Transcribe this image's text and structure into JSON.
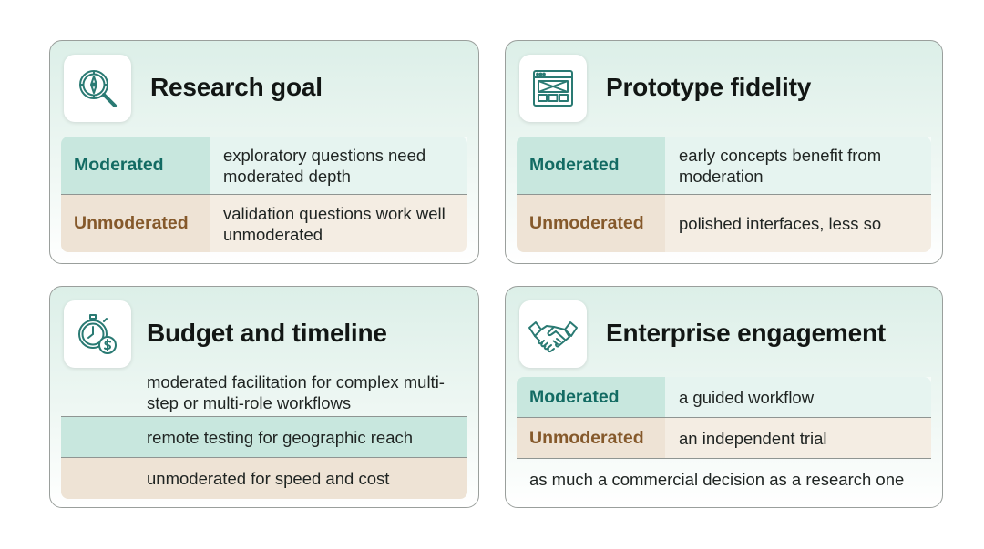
{
  "colors": {
    "moderated_row": "#c8e7de",
    "unmoderated_row": "#eee3d5",
    "moderated_label": "#136b63",
    "unmoderated_label": "#85592b",
    "icon_stroke": "#2a7a73",
    "card_border": "#9a9f9c"
  },
  "cards": [
    {
      "icon": "compass-magnifier-icon",
      "title": "Research goal",
      "rows": [
        {
          "label": "Moderated",
          "value": "exploratory questions need moderated depth"
        },
        {
          "label": "Unmoderated",
          "value": "validation questions work well unmoderated"
        }
      ]
    },
    {
      "icon": "wireframe-window-icon",
      "title": "Prototype fidelity",
      "rows": [
        {
          "label": "Moderated",
          "value": "early concepts benefit from moderation"
        },
        {
          "label": "Unmoderated",
          "value": "polished interfaces, less so"
        }
      ]
    },
    {
      "icon": "stopwatch-dollar-icon",
      "title": "Budget and timeline",
      "rows": [
        {
          "value": "moderated facilitation for complex multi-step or multi-role workflows"
        },
        {
          "value": "remote testing for geographic reach"
        },
        {
          "value": "unmoderated for speed and cost"
        }
      ]
    },
    {
      "icon": "handshake-icon",
      "title": "Enterprise engagement",
      "rows": [
        {
          "label": "Moderated",
          "value": "a guided workflow"
        },
        {
          "label": "Unmoderated",
          "value": "an independent trial"
        },
        {
          "value": "as much a commercial decision as a research one"
        }
      ]
    }
  ]
}
